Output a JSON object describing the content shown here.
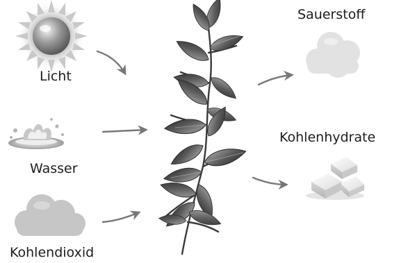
{
  "diagram": {
    "inputs": {
      "light": "Licht",
      "water": "Wasser",
      "carbon_dioxide": "Kohlendioxid"
    },
    "outputs": {
      "oxygen": "Sauerstoff",
      "carbohydrates": "Kohlenhydrate"
    },
    "icons": {
      "light": "sun-icon",
      "water": "water-splash-icon",
      "carbon_dioxide": "gray-cloud-icon",
      "plant": "leafy-branch-icon",
      "oxygen": "pale-cloud-icon",
      "carbohydrates": "sugar-cubes-icon",
      "arrows": "curved-arrow-icon"
    },
    "colors": {
      "arrow": "#7a7a7a",
      "leaf_dark": "#3e3e3e",
      "leaf_light": "#9a9a9a",
      "cloud_gray": "#c4c4c4",
      "cloud_pale": "#e3e3e3"
    }
  }
}
